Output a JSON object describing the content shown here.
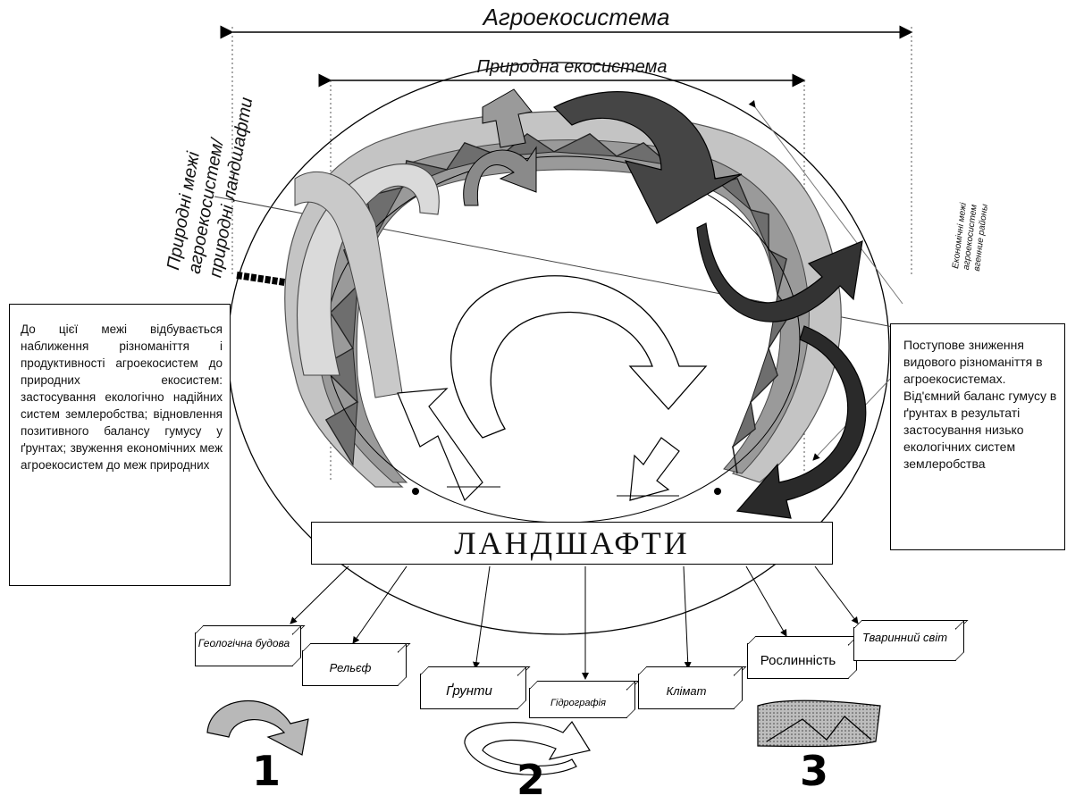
{
  "labels": {
    "agroecosystem": "Агроекосистема",
    "natural_ecosystem": "Природна екосистема",
    "natural_limits_line1": "Природні межі",
    "natural_limits_line2": "агроекосистем/",
    "natural_limits_line3": "природні ландшафти",
    "economic_limits_line1": "Економічні межі",
    "economic_limits_line2": "агроекосистем",
    "economic_limits_line3": "вгенние районы",
    "landscapes": "ЛАНДШАФТИ"
  },
  "left_box_text": "До цієї межі відбувається наближення різноманіття і продуктивності агроекосистем до природних екосистем: застосування екологічно надійних систем землеробства; відновлення позитивного балансу гумусу у ґрунтах; звуження економічних меж агроекосистем до меж природних",
  "right_box_text": "Поступове зниження видового різноманіття в агроекосистемах. Від'ємний баланс гумусу в ґрунтах в результаті застосування низько екологічних систем землеробства",
  "components": [
    {
      "label": "Геологічна будова"
    },
    {
      "label": "Рельєф"
    },
    {
      "label": "Ґрунти"
    },
    {
      "label": "Гідрографія"
    },
    {
      "label": "Клімат"
    },
    {
      "label": "Рослинність"
    },
    {
      "label": "Тваринний світ"
    }
  ],
  "numbers": [
    "1",
    "2",
    "3"
  ],
  "colors": {
    "dark_arrow": "#3a3a3a",
    "mid_band": "#a8a8a8",
    "light_band": "#d2d2d2",
    "triangle": "#6e6e6e"
  }
}
